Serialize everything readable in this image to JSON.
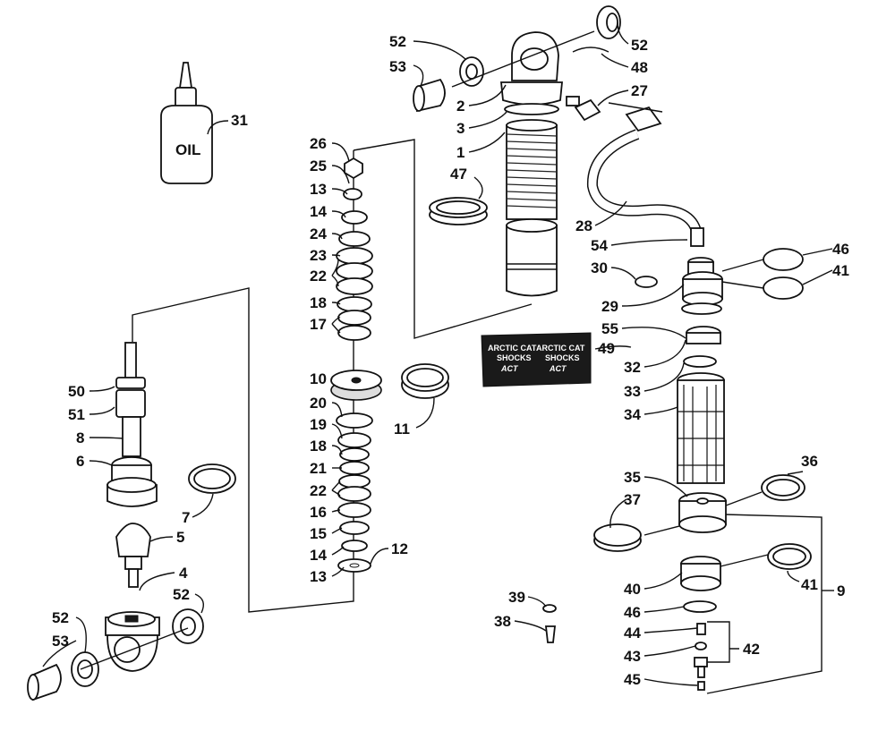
{
  "diagram": {
    "oil_bottle_text": "OIL",
    "decal_text": {
      "line1": "ARCTIC CAT",
      "line2": "SHOCKS",
      "logo": "ACT"
    },
    "labels": {
      "l1": "1",
      "l2": "2",
      "l3": "3",
      "l4": "4",
      "l5": "5",
      "l6": "6",
      "l7": "7",
      "l8": "8",
      "l9": "9",
      "l10": "10",
      "l11": "11",
      "l12": "12",
      "l13a": "13",
      "l13b": "13",
      "l14a": "14",
      "l14b": "14",
      "l15": "15",
      "l16": "16",
      "l17": "17",
      "l18a": "18",
      "l18b": "18",
      "l19": "19",
      "l20": "20",
      "l21": "21",
      "l22a": "22",
      "l22b": "22",
      "l23": "23",
      "l24": "24",
      "l25": "25",
      "l26": "26",
      "l27": "27",
      "l28": "28",
      "l29": "29",
      "l30": "30",
      "l31": "31",
      "l32": "32",
      "l33": "33",
      "l34": "34",
      "l35": "35",
      "l36": "36",
      "l37": "37",
      "l38": "38",
      "l39": "39",
      "l40": "40",
      "l41a": "41",
      "l41b": "41",
      "l42": "42",
      "l43": "43",
      "l44": "44",
      "l45": "45",
      "l46a": "46",
      "l46b": "46",
      "l47": "47",
      "l48": "48",
      "l49": "49",
      "l50": "50",
      "l51": "51",
      "l52a": "52",
      "l52b": "52",
      "l52c": "52",
      "l52d": "52",
      "l53a": "53",
      "l53b": "53",
      "l54": "54",
      "l55": "55"
    }
  }
}
